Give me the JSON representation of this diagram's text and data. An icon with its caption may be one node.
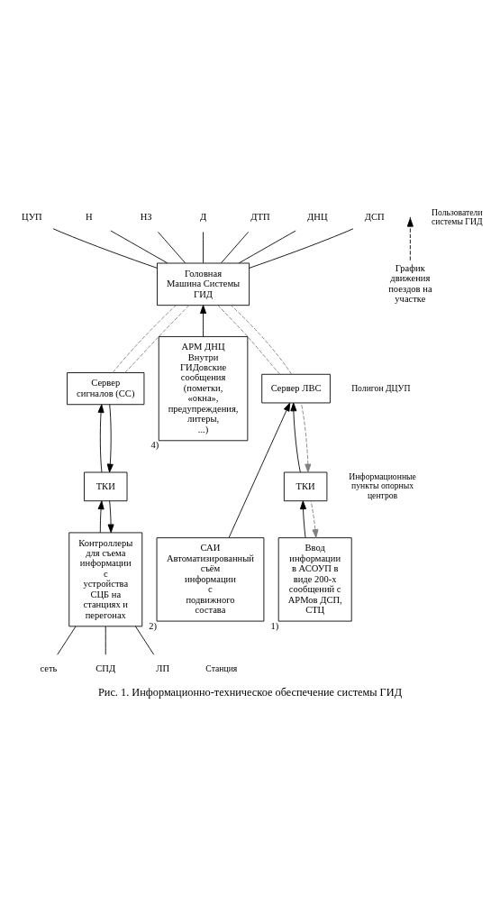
{
  "diagram": {
    "caption": "Рис. 1. Информационно-техническое обеспечение системы ГИД",
    "nodes": [
      {
        "text": [
          "Ввод информации в АСОУП в виде 200-х сообщений с АРМов ДСП, СТЦ"
        ],
        "beside": [
          "1)"
        ]
      },
      {
        "text": [
          "САИ Автоматизированный съём информации с подвижного состава"
        ],
        "beside": [
          "2)"
        ]
      },
      {
        "text": [
          "Контроллеры для съема информации с устройства СЦБ на станциях и перегонах"
        ]
      },
      {
        "text": [
          "ТКИ"
        ]
      },
      {
        "text": [
          "ТКИ"
        ]
      },
      {
        "text": [
          "Сервер ЛВС"
        ]
      },
      {
        "text": [
          "АРМ ДНЦ Внутри ГИДовские сообщения (пометки, «окна», предупреждения, литеры, ...)"
        ],
        "beside": [
          "4)"
        ]
      },
      {
        "text": [
          "Сервер сигналов (СС)"
        ]
      },
      {
        "text": [
          "Головная Машина Системы ГИД"
        ]
      },
      {
        "text": [
          "ЦУП"
        ]
      },
      {
        "text": [
          "Н"
        ]
      },
      {
        "text": [
          "НЗ"
        ]
      },
      {
        "text": [
          "Д"
        ]
      },
      {
        "text": [
          "ДТП"
        ]
      },
      {
        "text": [
          "ДНЦ"
        ]
      },
      {
        "text": [
          "ДСП"
        ]
      },
      {
        "text": [
          "График движения поездов на участке"
        ]
      },
      {
        "text": [
          "сеть"
        ]
      },
      {
        "text": [
          "СПД"
        ]
      },
      {
        "text": [
          "ЛП"
        ]
      }
    ],
    "edges": [
      {
        "from": 0,
        "to": 3,
        "arrow": "to"
      },
      {
        "from": 3,
        "to": 0,
        "arrow": "to",
        "style": "dashed",
        "color": "#808080"
      },
      {
        "from": 3,
        "to": 5,
        "arrow": "to"
      },
      {
        "from": 5,
        "to": 3,
        "arrow": "to",
        "style": "dashed",
        "color": "#808080"
      },
      {
        "from": 1,
        "to": 5,
        "arrow": "to"
      },
      {
        "from": 2,
        "to": 4,
        "arrow": "to"
      },
      {
        "from": 4,
        "to": 2,
        "arrow": "to"
      },
      {
        "from": 4,
        "to": 7,
        "arrow": "to"
      },
      {
        "from": 7,
        "to": 4,
        "arrow": "to"
      },
      {
        "from": 5,
        "to": 8,
        "arrow": "none",
        "style": "dashed",
        "color": "#808080"
      },
      {
        "from": 5,
        "to": 8,
        "arrow": "none",
        "style": "dashed",
        "color": "#808080"
      },
      {
        "from": 6,
        "to": 8,
        "arrow": "to"
      },
      {
        "from": 7,
        "to": 8,
        "arrow": "none",
        "style": "dashed",
        "color": "#808080"
      },
      {
        "from": 7,
        "to": 8,
        "arrow": "none",
        "style": "dashed",
        "color": "#808080"
      },
      {
        "from": 8,
        "to": 9,
        "arrow": "none"
      },
      {
        "from": 8,
        "to": 10,
        "arrow": "none"
      },
      {
        "from": 8,
        "to": 11,
        "arrow": "none"
      },
      {
        "from": 8,
        "to": 12,
        "arrow": "none"
      },
      {
        "from": 8,
        "to": 13,
        "arrow": "none"
      },
      {
        "from": 8,
        "to": 14,
        "arrow": "none"
      },
      {
        "from": 8,
        "to": 15,
        "arrow": "none"
      },
      {
        "from": 16,
        "to": null,
        "arrow": "to",
        "style": "dashed"
      },
      {
        "from": 2,
        "to": 17,
        "arrow": "none"
      },
      {
        "from": 2,
        "to": 18,
        "arrow": "none"
      },
      {
        "from": 2,
        "to": 19,
        "arrow": "none"
      }
    ],
    "labels": [
      "Пользователи системы ГИД",
      "Полигон ДЦУП",
      "Информационные пункты опорных центров",
      "Станция"
    ]
  }
}
